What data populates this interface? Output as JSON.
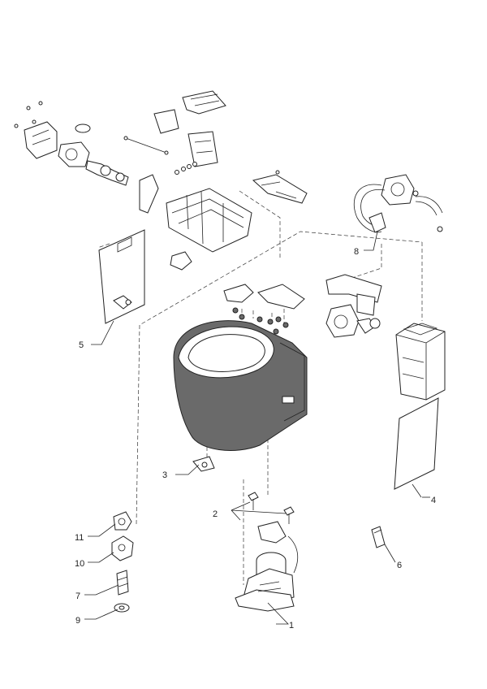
{
  "callouts": {
    "c1": "1",
    "c2": "2",
    "c3": "3",
    "c4": "4",
    "c5": "5",
    "c6": "6",
    "c7": "7",
    "c8": "8",
    "c9": "9",
    "c10": "10",
    "c11": "11"
  },
  "colors": {
    "line": "#222222",
    "shade": "#6a6a6a",
    "background": "#ffffff"
  }
}
